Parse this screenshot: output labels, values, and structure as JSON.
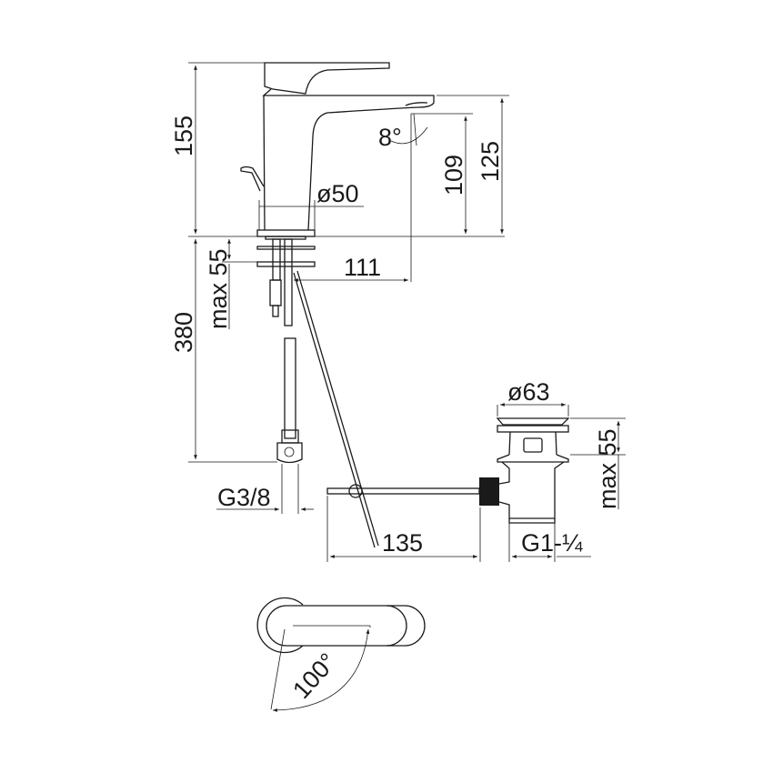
{
  "dimensions": {
    "total_height": "155",
    "spout_height": "125",
    "outlet_height": "109",
    "spout_angle": "8°",
    "base_diameter": "ø50",
    "reach": "111",
    "max_deck": "max 55",
    "hose_length": "380",
    "hose_thread": "G3/8",
    "waste_diameter": "ø63",
    "waste_max_deck": "max 55",
    "rod_length": "135",
    "waste_thread": "G1-¼",
    "handle_rotation": "100°"
  },
  "colors": {
    "line": "#1a1a1a",
    "background": "#ffffff"
  }
}
